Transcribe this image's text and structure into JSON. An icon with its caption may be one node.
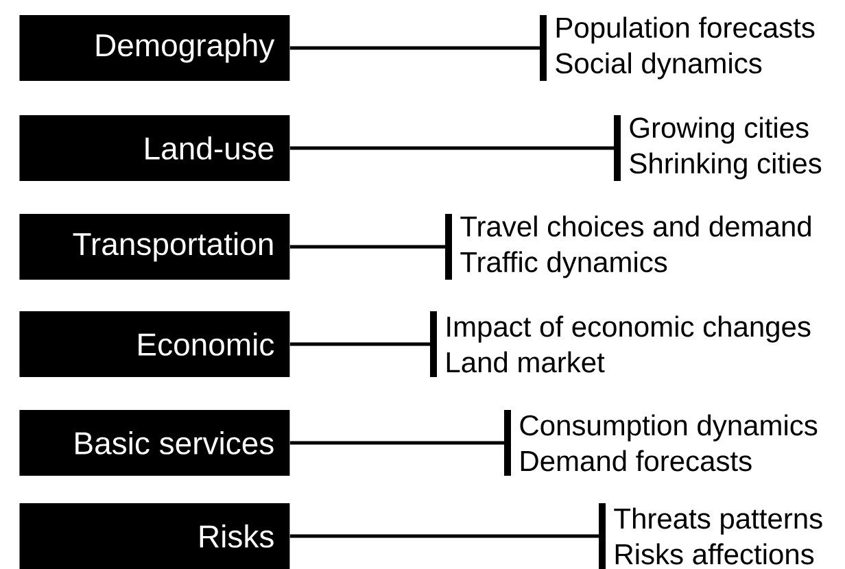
{
  "diagram": {
    "nodes": [
      {
        "text": [
          "Demography"
        ]
      },
      {
        "text": [
          "Population forecasts",
          "Social dynamics"
        ]
      },
      {
        "text": [
          "Land-use"
        ]
      },
      {
        "text": [
          "Growing cities",
          "Shrinking cities"
        ]
      },
      {
        "text": [
          "Transportation"
        ]
      },
      {
        "text": [
          "Travel choices and demand",
          "Traffic dynamics"
        ]
      },
      {
        "text": [
          "Economic"
        ]
      },
      {
        "text": [
          "Impact of economic changes",
          "Land market"
        ]
      },
      {
        "text": [
          "Basic services"
        ]
      },
      {
        "text": [
          "Consumption dynamics",
          "Demand forecasts"
        ]
      },
      {
        "text": [
          "Risks"
        ]
      },
      {
        "text": [
          "Threats patterns",
          "Risks affections"
        ]
      }
    ],
    "edges": [
      {
        "from": 0,
        "to": 1,
        "arrow": "none"
      },
      {
        "from": 2,
        "to": 3,
        "arrow": "none"
      },
      {
        "from": 4,
        "to": 5,
        "arrow": "none"
      },
      {
        "from": 6,
        "to": 7,
        "arrow": "none"
      },
      {
        "from": 8,
        "to": 9,
        "arrow": "none"
      },
      {
        "from": 10,
        "to": 11,
        "arrow": "none"
      }
    ]
  }
}
